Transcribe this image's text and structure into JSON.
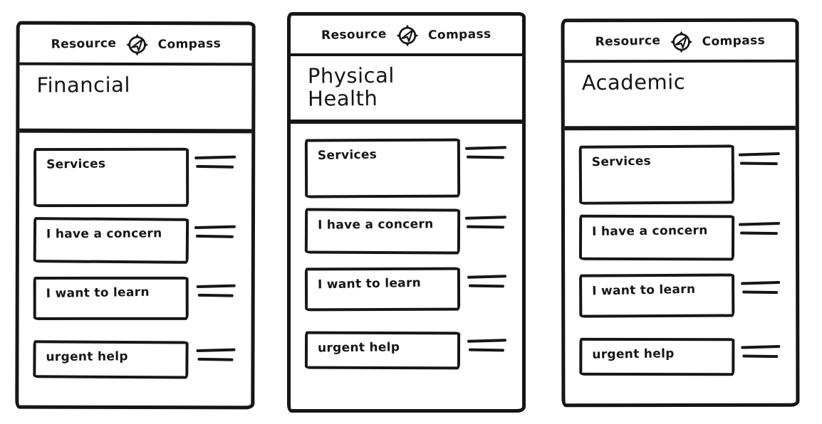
{
  "app": {
    "brand_left": "Resource",
    "brand_right": "Compass",
    "brand_icon": "compass-icon"
  },
  "colors": {
    "ink": "#161616",
    "background": "#ffffff"
  },
  "icons": {
    "compass": "compass-rose with navigation arrow",
    "list_marker": "double horizontal lines"
  },
  "screens": [
    {
      "category": "Financial",
      "buttons": [
        "Services",
        "I have a concern",
        "I want to learn",
        "urgent help"
      ]
    },
    {
      "category": "Physical Health",
      "buttons": [
        "Services",
        "I have a concern",
        "I want to learn",
        "urgent help"
      ]
    },
    {
      "category": "Academic",
      "buttons": [
        "Services",
        "I have a concern",
        "I want to learn",
        "urgent help"
      ]
    }
  ]
}
